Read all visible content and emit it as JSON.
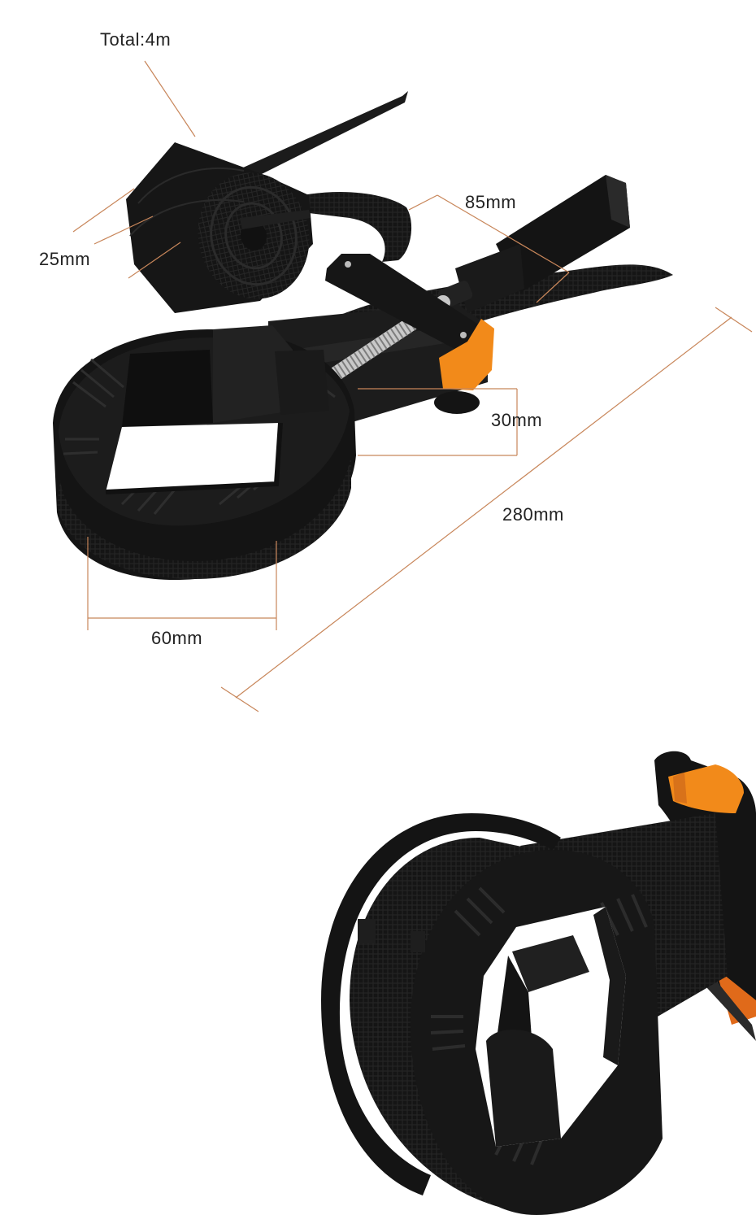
{
  "colors": {
    "background": "#ffffff",
    "product_black": "#141414",
    "product_dark": "#262626",
    "accent_orange": "#f28a1a",
    "dimension_line": "#c8865a",
    "label_text": "#222222",
    "spring_metal": "#b9b9b9"
  },
  "dimensions": {
    "total_length": "Total:4m",
    "strap_width": "25mm",
    "handle_length": "85mm",
    "jaw_height": "30mm",
    "overall_length": "280mm",
    "corner_width": "60mm"
  },
  "icons": {
    "top_product": "band-clamp-with-strap-roll-icon",
    "bottom_product": "band-clamp-corner-closeup-icon"
  }
}
